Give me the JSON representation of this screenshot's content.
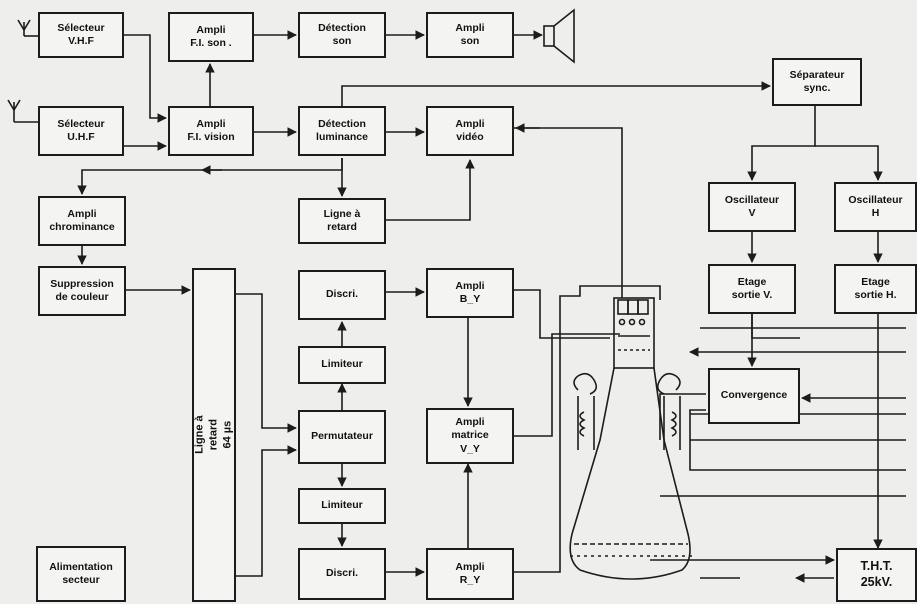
{
  "blocks": {
    "selecteur_vhf": "Sélecteur\nV.H.F",
    "ampli_fi_son": "Ampli\nF.I. son .",
    "detection_son": "Détection\nson",
    "ampli_son": "Ampli\nson",
    "selecteur_uhf": "Sélecteur\nU.H.F",
    "ampli_fi_vision": "Ampli\nF.I. vision",
    "detection_luminance": "Détection\nluminance",
    "ampli_video": "Ampli\nvidéo",
    "separateur_sync": "Séparateur\nsync.",
    "ampli_chrominance": "Ampli\nchrominance",
    "ligne_retard": "Ligne à\nretard",
    "oscillateur_v": "Oscillateur\nV",
    "oscillateur_h": "Oscillateur\nH",
    "suppression_couleur": "Suppression\nde couleur",
    "ligne_retard_64": "Ligne à retard\n64 µs",
    "discri_top": "Discri.",
    "ampli_by": "Ampli\nB_Y",
    "etage_sortie_v": "Etage\nsortie V.",
    "etage_sortie_h": "Etage\nsortie H.",
    "limiteur_top": "Limiteur",
    "convergence": "Convergence",
    "permutateur": "Permutateur",
    "ampli_matrice": "Ampli\nmatrice\nV_Y",
    "limiteur_bottom": "Limiteur",
    "discri_bottom": "Discri.",
    "ampli_ry": "Ampli\nR_Y",
    "alimentation": "Alimentation\nsecteur",
    "tht": "T.H.T.\n25kV."
  }
}
